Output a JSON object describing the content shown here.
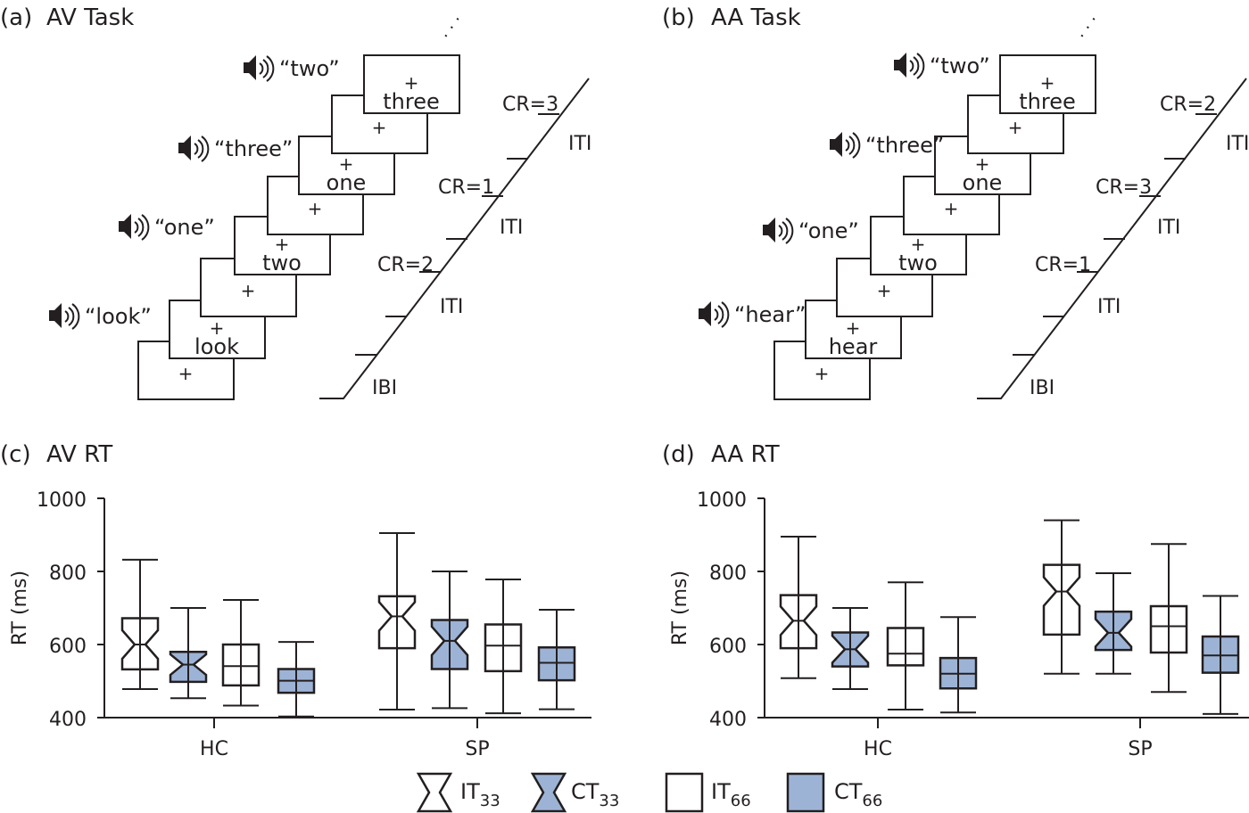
{
  "panels": {
    "a": {
      "label": "(a)",
      "title": "AV Task"
    },
    "b": {
      "label": "(b)",
      "title": "AA Task"
    },
    "c": {
      "label": "(c)",
      "title": "AV RT"
    },
    "d": {
      "label": "(d)",
      "title": "AA RT"
    }
  },
  "diagram_a": {
    "speech": [
      "“look”",
      "“one”",
      "“three”",
      "“two”"
    ],
    "screens": [
      "",
      "look",
      "",
      "two",
      "",
      "one",
      "",
      "three"
    ],
    "cross": "+",
    "cr": [
      "CR=2",
      "CR=1",
      "CR=3"
    ],
    "iti": "ITI",
    "ibi": "IBI",
    "ellipsis": "· · ·"
  },
  "diagram_b": {
    "speech": [
      "“hear”",
      "“one”",
      "“three”",
      "“two”"
    ],
    "screens": [
      "",
      "hear",
      "",
      "two",
      "",
      "one",
      "",
      "three"
    ],
    "cross": "+",
    "cr": [
      "CR=1",
      "CR=3",
      "CR=2"
    ],
    "iti": "ITI",
    "ibi": "IBI",
    "ellipsis": "· · ·"
  },
  "colors": {
    "fill": "#9db3d6",
    "stroke": "#231f20"
  },
  "chart_data": [
    {
      "type": "boxplot",
      "title": "AV RT",
      "ylabel": "RT (ms)",
      "ylim": [
        400,
        1000
      ],
      "yticks": [
        400,
        600,
        800,
        1000
      ],
      "categories": [
        "HC",
        "SP"
      ],
      "series": [
        {
          "name": "IT33",
          "notched": true,
          "filled": false,
          "values": [
            [
              478,
              532,
              600,
              672,
              832
            ],
            [
              422,
              590,
              677,
              732,
              905
            ]
          ]
        },
        {
          "name": "CT33",
          "notched": true,
          "filled": true,
          "values": [
            [
              453,
              498,
              545,
              580,
              700
            ],
            [
              426,
              533,
              610,
              667,
              800
            ]
          ]
        },
        {
          "name": "IT66",
          "notched": false,
          "filled": false,
          "values": [
            [
              433,
              488,
              541,
              600,
              722
            ],
            [
              412,
              527,
              597,
              655,
              778
            ]
          ]
        },
        {
          "name": "CT66",
          "notched": false,
          "filled": true,
          "values": [
            [
              403,
              468,
              501,
              533,
              607
            ],
            [
              423,
              502,
              550,
              592,
              695
            ]
          ]
        }
      ]
    },
    {
      "type": "boxplot",
      "title": "AA RT",
      "ylabel": "RT (ms)",
      "ylim": [
        400,
        1000
      ],
      "yticks": [
        400,
        600,
        800,
        1000
      ],
      "categories": [
        "HC",
        "SP"
      ],
      "series": [
        {
          "name": "IT33",
          "notched": true,
          "filled": false,
          "values": [
            [
              508,
              590,
              665,
              735,
              895
            ],
            [
              520,
              627,
              745,
              818,
              940
            ]
          ]
        },
        {
          "name": "CT33",
          "notched": true,
          "filled": true,
          "values": [
            [
              478,
              540,
              587,
              633,
              700
            ],
            [
              520,
              585,
              632,
              690,
              795
            ]
          ]
        },
        {
          "name": "IT66",
          "notched": false,
          "filled": false,
          "values": [
            [
              422,
              543,
              575,
              645,
              770
            ],
            [
              470,
              578,
              650,
              705,
              875
            ]
          ]
        },
        {
          "name": "CT66",
          "notched": false,
          "filled": true,
          "values": [
            [
              414,
              480,
              520,
              563,
              675
            ],
            [
              410,
              523,
              570,
              622,
              733
            ]
          ]
        }
      ]
    }
  ],
  "legend": [
    {
      "main": "IT",
      "sub": "33"
    },
    {
      "main": "CT",
      "sub": "33"
    },
    {
      "main": "IT",
      "sub": "66"
    },
    {
      "main": "CT",
      "sub": "66"
    }
  ]
}
